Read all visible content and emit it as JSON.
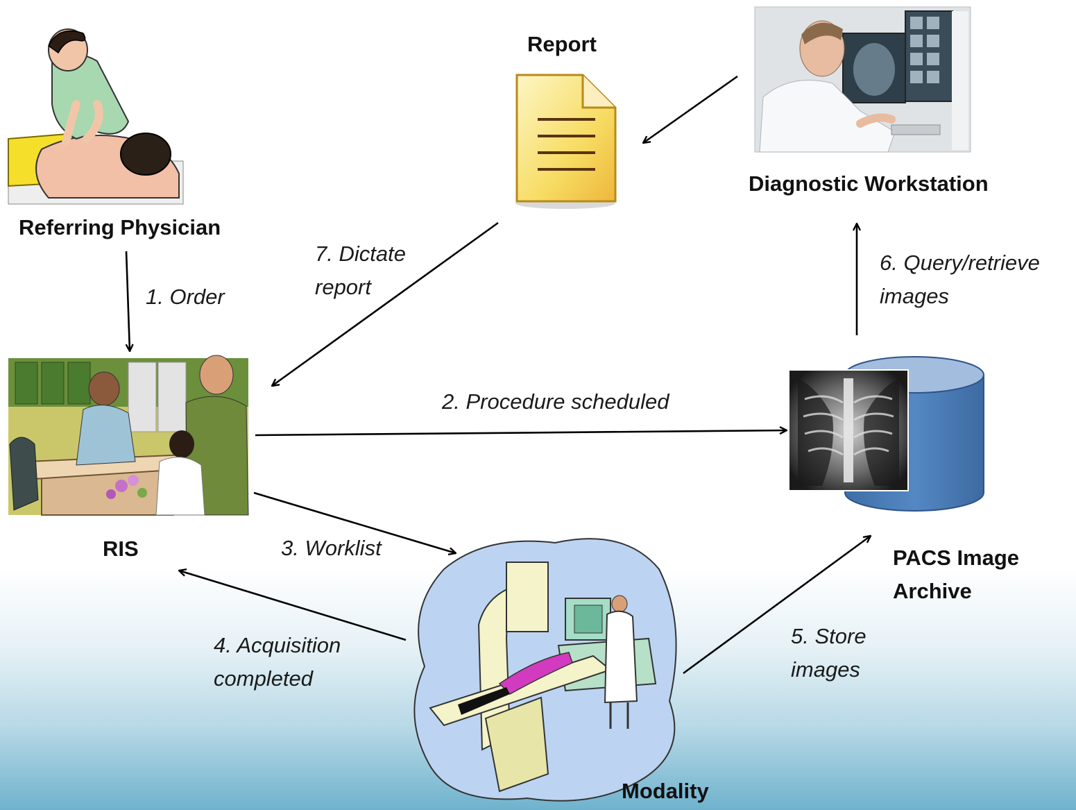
{
  "nodes": {
    "referring_physician": "Referring Physician",
    "ris": "RIS",
    "report": "Report",
    "diagnostic_workstation": "Diagnostic Workstation",
    "pacs_line1": "PACS Image",
    "pacs_line2": "Archive",
    "modality": "Modality"
  },
  "edges": {
    "order": "1. Order",
    "procedure_scheduled": "2. Procedure scheduled",
    "worklist": "3. Worklist",
    "acquisition_line1": "4. Acquisition",
    "acquisition_line2": "completed",
    "store_line1": "5. Store",
    "store_line2": "images",
    "query_line1": "6. Query/retrieve",
    "query_line2": "images",
    "dictate_line1": "7. Dictate",
    "dictate_line2": "report"
  },
  "colors": {
    "report_fill": "#f6d54a",
    "pacs_cylinder": "#4f81bd",
    "modality_blob": "#bcd4f2",
    "arrow": "#000000"
  },
  "icons": {
    "referring_physician": "physician-examining-patient-clipart",
    "ris": "reception-desk-clipart",
    "report": "document-icon",
    "diagnostic_workstation": "radiologist-at-monitors-photo",
    "pacs": "database-cylinder-with-xray",
    "modality": "ct-scanner-clipart"
  }
}
